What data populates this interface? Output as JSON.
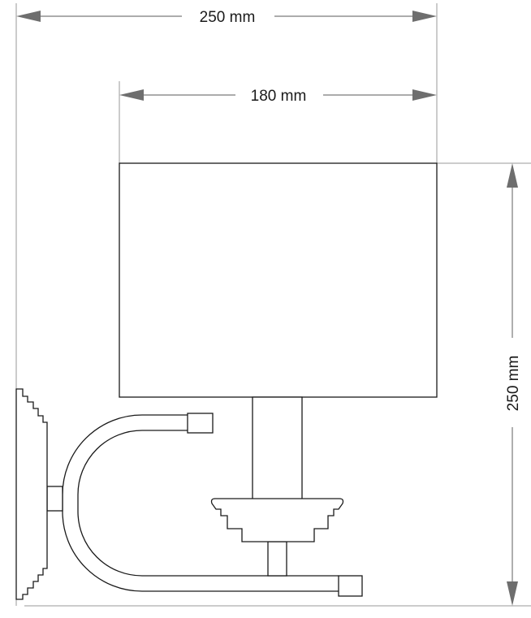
{
  "dimensions": {
    "overall_width": "250 mm",
    "shade_width": "180 mm",
    "overall_height": "250 mm"
  }
}
